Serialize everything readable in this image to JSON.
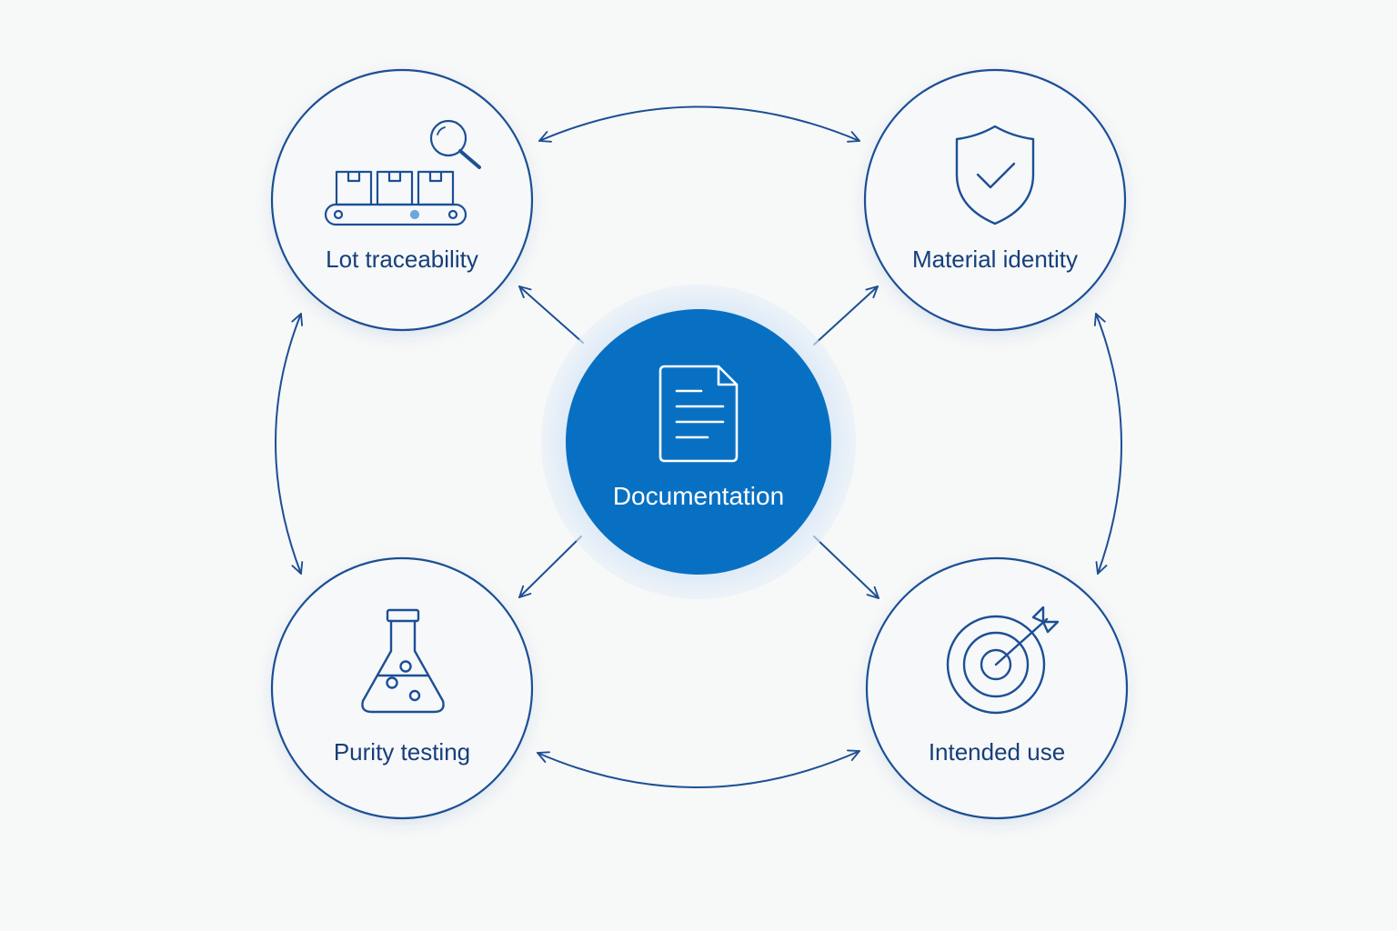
{
  "diagram": {
    "center": {
      "label": "Documentation",
      "icon": "document-icon"
    },
    "nodes": [
      {
        "id": "lot-traceability",
        "label": "Lot traceability",
        "icon": "conveyor-magnifier-icon"
      },
      {
        "id": "material-identity",
        "label": "Material identity",
        "icon": "shield-check-icon"
      },
      {
        "id": "purity-testing",
        "label": "Purity testing",
        "icon": "flask-icon"
      },
      {
        "id": "intended-use",
        "label": "Intended use",
        "icon": "target-arrow-icon"
      }
    ],
    "connections": [
      {
        "from": "Documentation",
        "to": "Lot traceability",
        "direction": "one-way"
      },
      {
        "from": "Documentation",
        "to": "Material identity",
        "direction": "one-way"
      },
      {
        "from": "Documentation",
        "to": "Purity testing",
        "direction": "one-way"
      },
      {
        "from": "Documentation",
        "to": "Intended use",
        "direction": "one-way"
      },
      {
        "from": "Lot traceability",
        "to": "Material identity",
        "direction": "two-way"
      },
      {
        "from": "Material identity",
        "to": "Intended use",
        "direction": "two-way"
      },
      {
        "from": "Purity testing",
        "to": "Intended use",
        "direction": "two-way"
      },
      {
        "from": "Lot traceability",
        "to": "Purity testing",
        "direction": "two-way"
      }
    ]
  },
  "colors": {
    "background": "#f7f8f8",
    "stroke": "#1d4f95",
    "center_fill": "#0870c2",
    "center_halo": "#dce9f7",
    "node_fill": "#f6f8fa",
    "label": "#163f7a",
    "center_text": "#ffffff"
  }
}
